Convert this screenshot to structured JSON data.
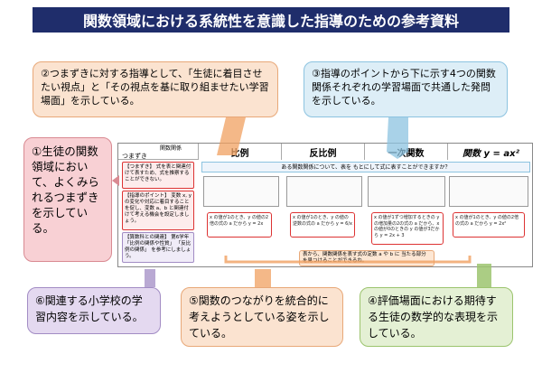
{
  "title": "関数領域における系統性を意識した指導のための参考資料",
  "callouts": {
    "c2": "②つまずきに対する指導として、「生徒に着目させたい視点」と「その視点を基に取り組ませたい学習場面」を示している。",
    "c3": "③指導のポイントから下に示す4つの関数関係それぞれの学習場面で共通した発問を示している。",
    "c1": "①生徒の関数領域において、よくみられるつまずきを示している。",
    "c6": "⑥関連する小学校の学習内容を示している。",
    "c5": "⑤関数のつながりを統合的に考えようとしている姿を示している。",
    "c4": "④評価場面における期待する生徒の数学的な表現を示している。"
  },
  "table": {
    "corner_top": "関数関係",
    "corner_bottom": "つまずき",
    "columns": [
      "比例",
      "反比例",
      "一次関数",
      "関数 y = ax²"
    ],
    "question": "ある関数関係について、表を もとにして式に表すことができますか？",
    "left_panels": [
      "【つまずき】 式を表と関連付けて表すため、式を推察することができない。",
      "【指導のポイント】 変数 x, y の変化や対応に着目することを促し、変数 a、b と関連付けて考える機会を設定しましょう。",
      "【算数科との関連】 第6学年 「比例の関係や性質」 「反比例の関係」 を参考にしましょう。"
    ],
    "notes": [
      "x の値が1のとき、y の値の2倍の式の a だから y = 2x",
      "x の値が1のとき、y の値の逆数の式の a だから y = 6/x",
      "x の値が1ずつ増加するときの y の増加量の2の式の a だから、x の値が0のときの y の値が3だから y = 2x + 3",
      "x の値が1のとき、y の値の2倍の式の a だから y = 2x²"
    ],
    "bottom_note": "表から、関数関係を表す式の定数 a や b に 当たる部分を見つけることができるね。"
  },
  "colors": {
    "title_bg": "#1f2d6b",
    "accent_red": "#d33333",
    "arrow_orange": "#f0a060",
    "arrow_blue": "#8cc3e0",
    "arrow_green": "#9cc46e",
    "arrow_purple": "#a28cc4"
  }
}
